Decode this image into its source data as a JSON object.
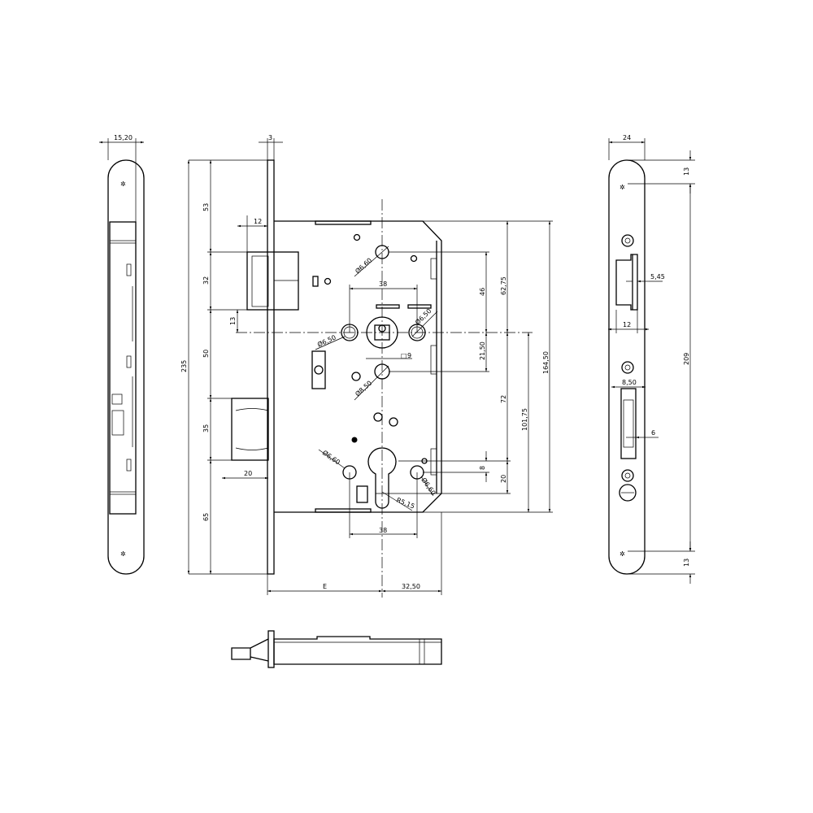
{
  "drawing": {
    "left_faceplate": {
      "width": "15,20"
    },
    "main_lock": {
      "faceplate_thickness": "3",
      "latch_offset": "12",
      "dim_53": "53",
      "dim_32": "32",
      "dim_13": "13",
      "dim_50": "50",
      "dim_235": "235",
      "dim_35": "35",
      "dim_20_bolt": "20",
      "dim_65": "65",
      "dim_38_top": "38",
      "dim_38_bottom": "38",
      "hole_top": "Ø6,60",
      "hole_left": "Ø6,50",
      "hole_right": "Ø6,50",
      "square_spindle": "9",
      "hole_mid": "Ø8,50",
      "hole_bottom_left": "Ø6,60",
      "hole_bottom_right": "Ø6,60",
      "radius": "R5,15",
      "dim_46": "46",
      "dim_62_75": "62,75",
      "dim_21_50": "21,50",
      "dim_72": "72",
      "dim_101_75": "101,75",
      "dim_164_50": "164,50",
      "dim_8": "8",
      "dim_20": "20",
      "backset": "E",
      "dim_32_50": "32,50"
    },
    "strike_plate": {
      "width": "24",
      "top_13": "13",
      "dim_5_45": "5,45",
      "dim_12": "12",
      "dim_8_50": "8,50",
      "dim_6": "6",
      "dim_209": "209",
      "bottom_13": "13"
    }
  }
}
